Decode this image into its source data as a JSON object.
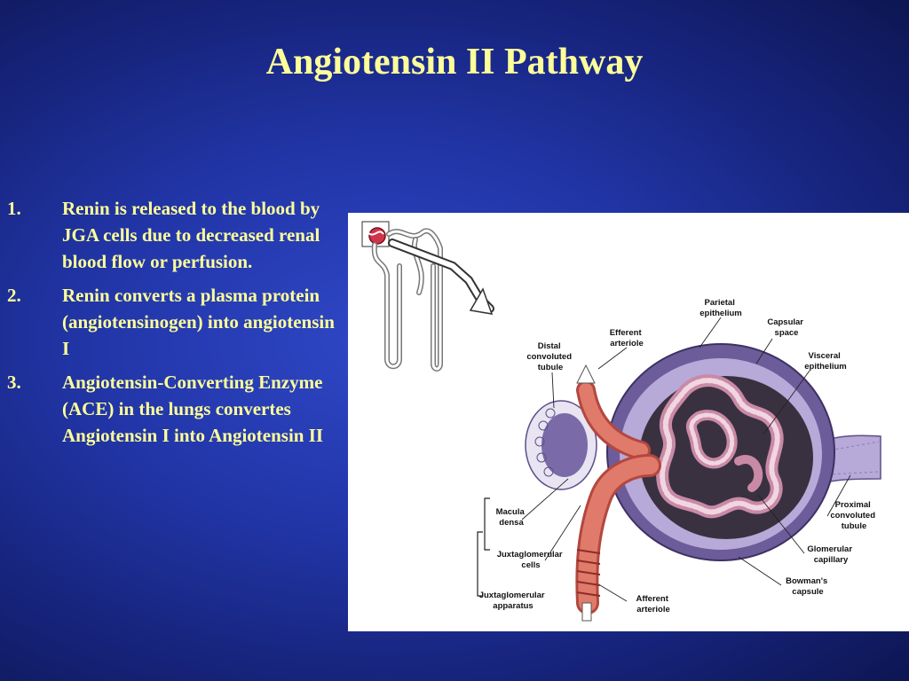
{
  "slide": {
    "title": "Angiotensin II Pathway",
    "steps": [
      {
        "number": "1.",
        "text": "Renin is released to the blood by JGA cells due to decreased renal blood flow or perfusion."
      },
      {
        "number": "2.",
        "text": "Renin converts a plasma protein (angiotensinogen) into angiotensin I"
      },
      {
        "number": "3.",
        "text": "Angiotensin-Converting Enzyme (ACE) in the lungs convertes Angiotensin I into Angiotensin II"
      }
    ]
  },
  "figure": {
    "labels": {
      "parietal_1": "Parietal",
      "parietal_2": "epithelium",
      "capsular_1": "Capsular",
      "capsular_2": "space",
      "efferent_1": "Efferent",
      "efferent_2": "arteriole",
      "visceral_1": "Visceral",
      "visceral_2": "epithelium",
      "distal_1": "Distal",
      "distal_2": "convoluted",
      "distal_3": "tubule",
      "macula_1": "Macula",
      "macula_2": "densa",
      "proximal_1": "Proximal",
      "proximal_2": "convoluted",
      "proximal_3": "tubule",
      "jg_cells_1": "Juxtaglomerular",
      "jg_cells_2": "cells",
      "glomerular_1": "Glomerular",
      "glomerular_2": "capillary",
      "bowman_1": "Bowman's",
      "bowman_2": "capsule",
      "jga_1": "Juxtaglomerular",
      "jga_2": "apparatus",
      "afferent_1": "Afferent",
      "afferent_2": "arteriole"
    },
    "colors": {
      "capsule": "#6d5c9a",
      "capsule_light": "#b7a9d8",
      "capillary": "#c98aa6",
      "arteriole": "#e07a6a",
      "lumen": "#3a3140"
    }
  }
}
